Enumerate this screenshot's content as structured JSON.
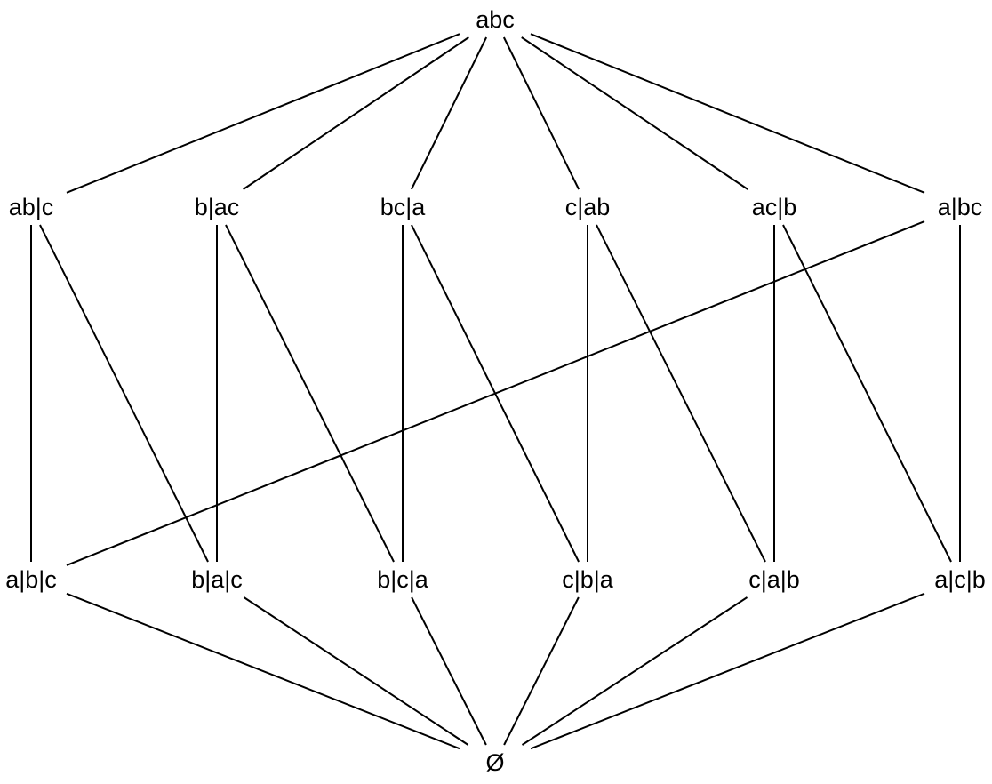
{
  "nodes": [
    {
      "id": "top",
      "label": "abc"
    },
    {
      "id": "n1",
      "label": "ab|c"
    },
    {
      "id": "n2",
      "label": "b|ac"
    },
    {
      "id": "n3",
      "label": "bc|a"
    },
    {
      "id": "n4",
      "label": "c|ab"
    },
    {
      "id": "n5",
      "label": "ac|b"
    },
    {
      "id": "n6",
      "label": "a|bc"
    },
    {
      "id": "m1",
      "label": "a|b|c"
    },
    {
      "id": "m2",
      "label": "b|a|c"
    },
    {
      "id": "m3",
      "label": "b|c|a"
    },
    {
      "id": "m4",
      "label": "c|b|a"
    },
    {
      "id": "m5",
      "label": "c|a|b"
    },
    {
      "id": "m6",
      "label": "a|c|b"
    },
    {
      "id": "bottom",
      "label": "Ø"
    }
  ],
  "edges": [
    [
      "top",
      "n1"
    ],
    [
      "top",
      "n2"
    ],
    [
      "top",
      "n3"
    ],
    [
      "top",
      "n4"
    ],
    [
      "top",
      "n5"
    ],
    [
      "top",
      "n6"
    ],
    [
      "n1",
      "m1"
    ],
    [
      "n1",
      "m2"
    ],
    [
      "n2",
      "m2"
    ],
    [
      "n2",
      "m3"
    ],
    [
      "n3",
      "m3"
    ],
    [
      "n3",
      "m4"
    ],
    [
      "n4",
      "m4"
    ],
    [
      "n4",
      "m5"
    ],
    [
      "n5",
      "m5"
    ],
    [
      "n5",
      "m6"
    ],
    [
      "n6",
      "m6"
    ],
    [
      "n6",
      "m1"
    ],
    [
      "m1",
      "bottom"
    ],
    [
      "m2",
      "bottom"
    ],
    [
      "m3",
      "bottom"
    ],
    [
      "m4",
      "bottom"
    ],
    [
      "m5",
      "bottom"
    ],
    [
      "m6",
      "bottom"
    ]
  ]
}
